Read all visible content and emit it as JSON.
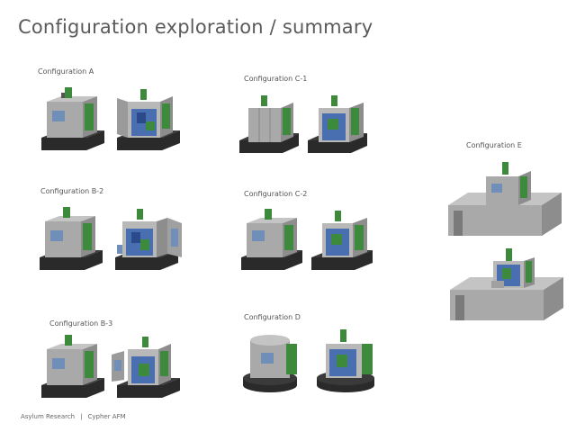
{
  "title": "Configuration exploration / summary",
  "configs": {
    "a": "Configuration A",
    "b2": "Configuration B-2",
    "b3": "Configuration B-3",
    "c1": "Configuration C-1",
    "c2": "Configuration C-2",
    "d": "Configuration D",
    "e": "Configuration E"
  },
  "footer": {
    "company": "Asylum Research",
    "separator": "|",
    "product": "Cypher AFM"
  },
  "colors": {
    "enclosure": "#a9a9a9",
    "base": "#2a2a2a",
    "panel": "#3d8a3d",
    "window": "#6f8fb8",
    "internals": "#4a6fb0"
  }
}
